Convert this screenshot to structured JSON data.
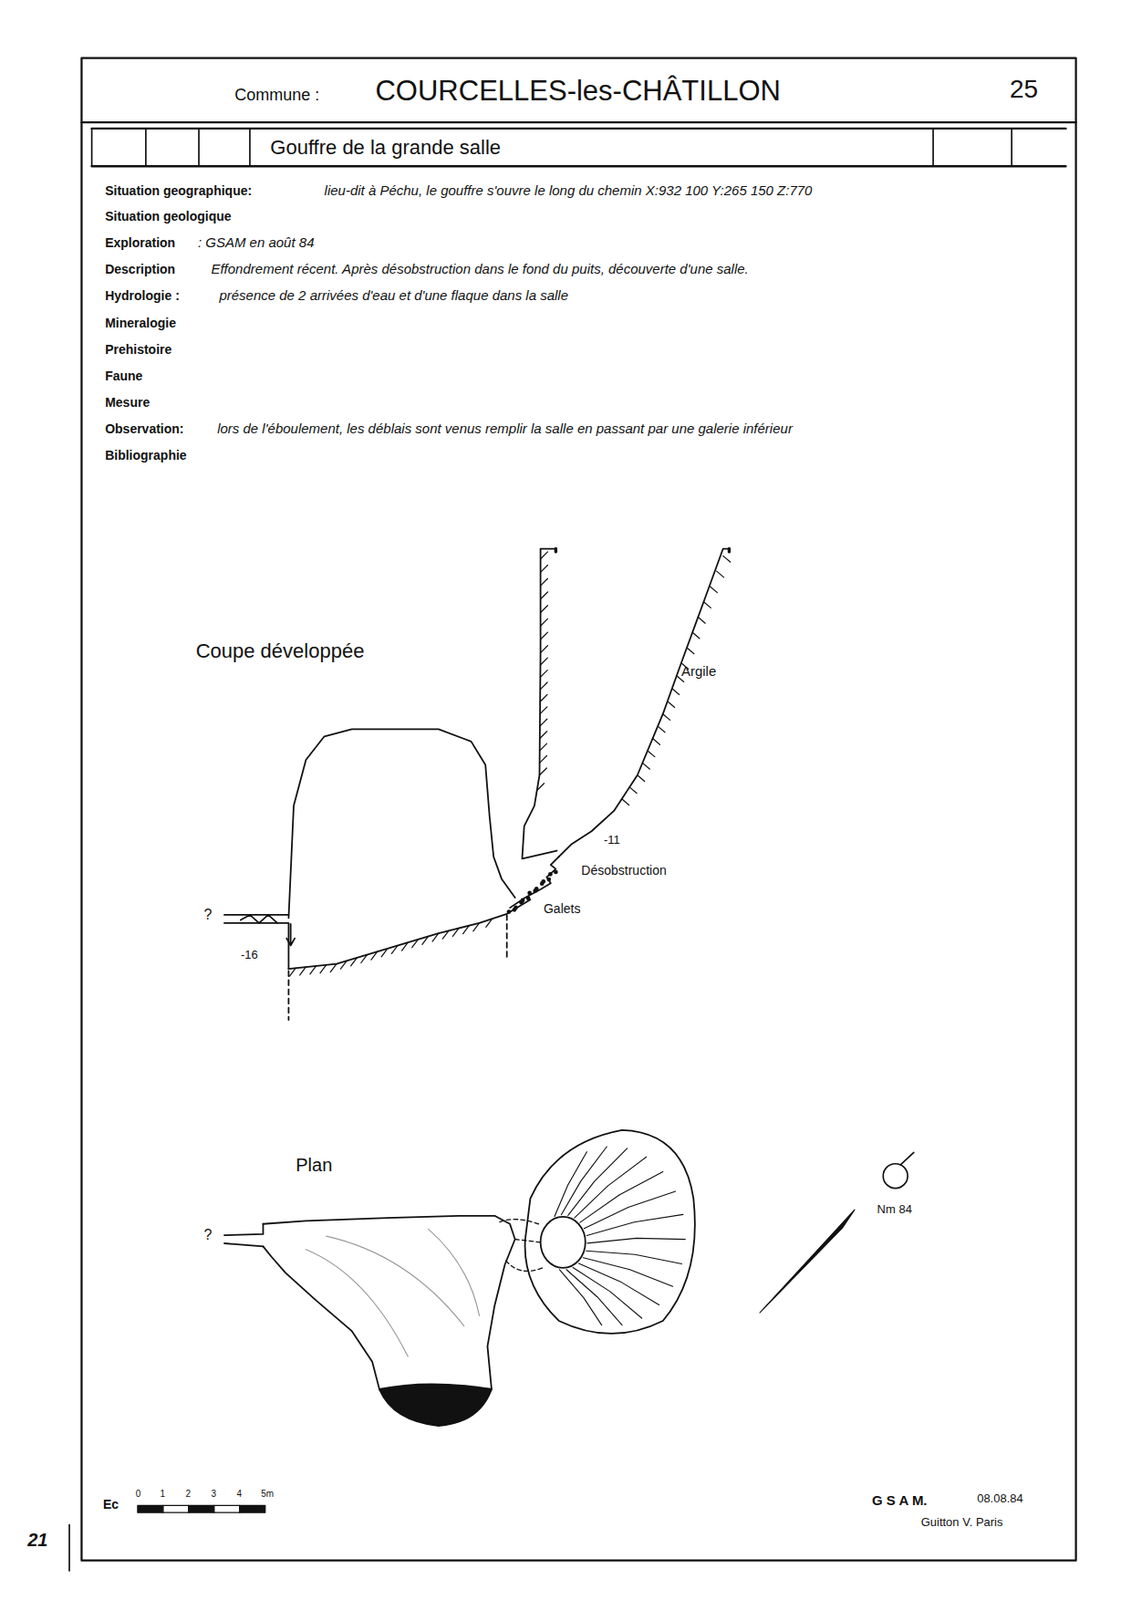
{
  "diagram": {
    "title": "Gouffre de la grande salle",
    "labels": [
      "Commune :",
      "COURCELLES-les-CHÂTILLON",
      "25",
      "Situation geographique:",
      "lieu-dit à Péchu, le gouffre s'ouvre le long du chemin X:932 100 Y:265 150 Z:770",
      "Situation geologique",
      "Exploration",
      ": GSAM en août 84",
      "Description",
      "Effondrement récent. Après désobstruction dans le fond du puits, découverte d'une salle.",
      "Hydrologie :",
      "présence de 2 arrivées d'eau et d'une flaque dans la salle",
      "Mineralogie",
      "Prehistoire",
      "Faune",
      "Mesure",
      "Observation:",
      "lors de l'éboulement, les déblais sont venus remplir la salle en passant par une galerie inférieur",
      "Bibliographie",
      "Coupe développée",
      "Argile",
      "-11",
      "Désobstruction",
      "Galets",
      "?",
      "-16",
      "Plan",
      "?",
      "Nm 84",
      "Ec",
      "0",
      "1",
      "2",
      "3",
      "4",
      "5m",
      "G S A M.",
      "08.08.84",
      "Guitton V. Paris",
      "21"
    ]
  }
}
